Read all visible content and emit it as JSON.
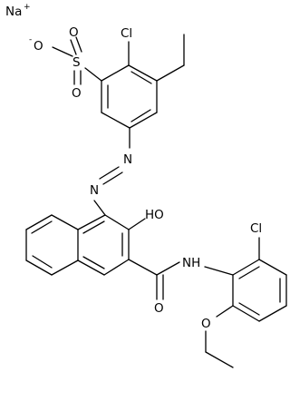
{
  "molecule": {
    "atoms": {
      "na": "Na",
      "na_charge": "+",
      "o_minus_charge": "-",
      "o_sulfonate": "O",
      "s": "S",
      "o_upper": "O",
      "o_lower": "O",
      "cl_top": "Cl",
      "n_azo_a": "N",
      "n_azo_b": "N",
      "oh": "HO",
      "nh": "NH",
      "o_amide": "O",
      "cl_aryl": "Cl",
      "o_ether": "O"
    }
  }
}
